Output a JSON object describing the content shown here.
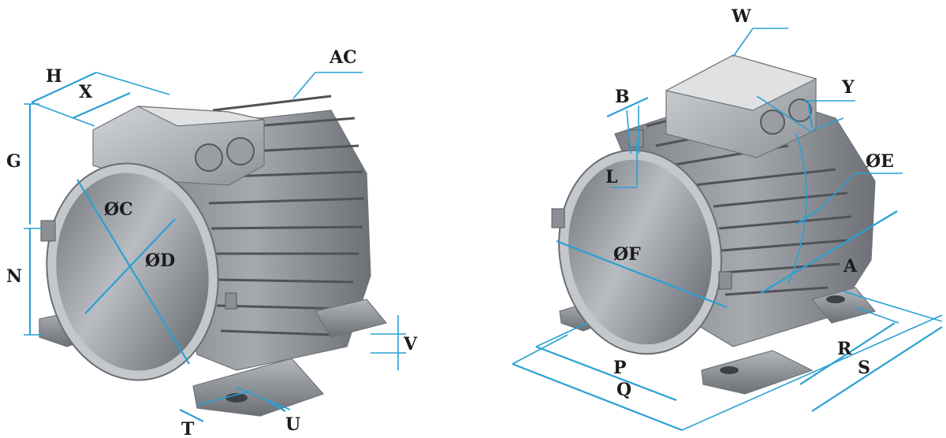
{
  "colors": {
    "dimension": "#2aa0d4",
    "label": "#1c1c1c",
    "metal_light": "#c9ccd0",
    "metal_mid": "#9ea2a7",
    "metal_dark": "#5c6066",
    "background": "#ffffff"
  },
  "left_view": {
    "labels": {
      "H": "H",
      "X": "X",
      "AC": "AC",
      "G": "G",
      "OC": "ØC",
      "OD": "ØD",
      "N": "N",
      "V": "V",
      "T": "T",
      "U": "U"
    }
  },
  "right_view": {
    "labels": {
      "W": "W",
      "B": "B",
      "Y": "Y",
      "L": "L",
      "OE": "ØE",
      "OF": "ØF",
      "A": "A",
      "P": "P",
      "Q": "Q",
      "R": "R",
      "S": "S"
    }
  }
}
